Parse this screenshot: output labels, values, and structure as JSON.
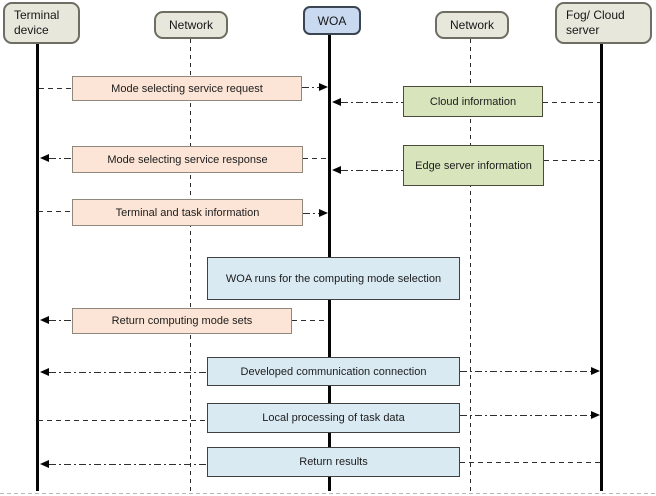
{
  "actors": [
    {
      "label": "Terminal device"
    },
    {
      "label": "Network"
    },
    {
      "label": "WOA"
    },
    {
      "label": "Network"
    },
    {
      "label": "Fog/ Cloud server"
    }
  ],
  "messages": [
    {
      "label": "Mode selecting service request",
      "from": "Terminal device",
      "to": "WOA",
      "style": "request"
    },
    {
      "label": "Cloud information",
      "from": "Fog/ Cloud server",
      "to": "WOA",
      "style": "info"
    },
    {
      "label": "Mode selecting service response",
      "from": "WOA",
      "to": "Terminal device",
      "style": "request"
    },
    {
      "label": "Edge server information",
      "from": "Fog/ Cloud server",
      "to": "WOA",
      "style": "info"
    },
    {
      "label": "Terminal and task information",
      "from": "Terminal device",
      "to": "WOA",
      "style": "request"
    },
    {
      "label": "WOA runs for the computing mode selection",
      "style": "process"
    },
    {
      "label": "Return computing mode sets",
      "from": "WOA",
      "to": "Terminal device",
      "style": "request"
    },
    {
      "label": "Developed communication connection",
      "from": "Terminal device",
      "to": "Fog/ Cloud server",
      "style": "process"
    },
    {
      "label": "Local processing of task data",
      "from": "Terminal device",
      "to": "Fog/ Cloud server",
      "style": "process"
    },
    {
      "label": "Return results",
      "from": "Fog/ Cloud server",
      "to": "Terminal device",
      "style": "process"
    }
  ],
  "colors": {
    "actor_fill": "#e8e7dc",
    "woa_fill": "#c8d9f0",
    "request_fill": "#fce5d6",
    "info_fill": "#d7e4bc",
    "process_fill": "#daeaf3",
    "line": "#2e2e2e"
  }
}
